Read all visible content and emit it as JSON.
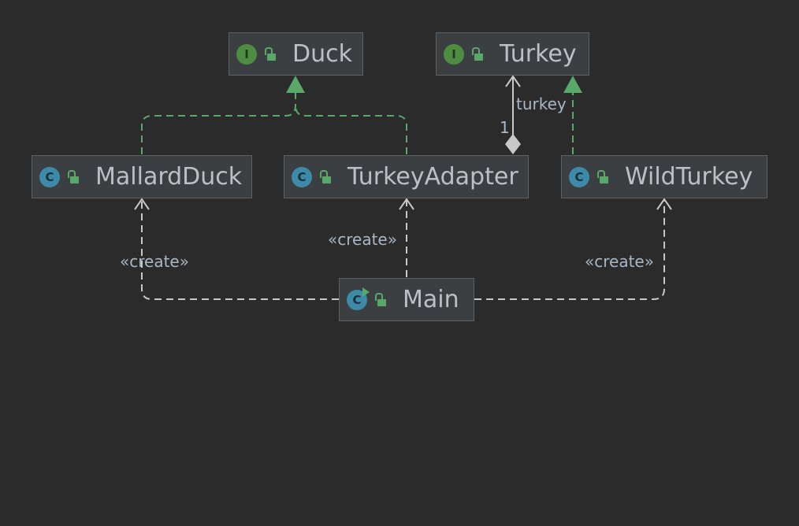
{
  "diagram": {
    "nodes": {
      "duck": {
        "label": "Duck",
        "kind": "interface",
        "kind_letter": "I"
      },
      "turkey": {
        "label": "Turkey",
        "kind": "interface",
        "kind_letter": "I"
      },
      "mallard_duck": {
        "label": "MallardDuck",
        "kind": "class",
        "kind_letter": "C"
      },
      "turkey_adapter": {
        "label": "TurkeyAdapter",
        "kind": "class",
        "kind_letter": "C"
      },
      "wild_turkey": {
        "label": "WildTurkey",
        "kind": "class",
        "kind_letter": "C"
      },
      "main": {
        "label": "Main",
        "kind": "class",
        "kind_letter": "C"
      }
    },
    "edges": [
      {
        "from": "MallardDuck",
        "to": "Duck",
        "type": "realization"
      },
      {
        "from": "TurkeyAdapter",
        "to": "Duck",
        "type": "realization"
      },
      {
        "from": "WildTurkey",
        "to": "Turkey",
        "type": "realization"
      },
      {
        "from": "TurkeyAdapter",
        "to": "Turkey",
        "type": "composition",
        "role": "turkey",
        "multiplicity": "1"
      },
      {
        "from": "Main",
        "to": "MallardDuck",
        "type": "dependency",
        "stereotype": "«create»"
      },
      {
        "from": "Main",
        "to": "TurkeyAdapter",
        "type": "dependency",
        "stereotype": "«create»"
      },
      {
        "from": "Main",
        "to": "WildTurkey",
        "type": "dependency",
        "stereotype": "«create»"
      }
    ],
    "edge_labels": {
      "turkey_role": "turkey",
      "turkey_multiplicity": "1",
      "create_mallard": "«create»",
      "create_adapter": "«create»",
      "create_wild": "«create»"
    },
    "colors": {
      "background": "#2b2b2b",
      "node_fill": "#3c3f41",
      "node_border": "#5e6164",
      "realization_line": "#59a869",
      "dependency_line": "#c8c8c8",
      "interface_icon": "#4d8c41",
      "class_icon": "#3d8aa6",
      "lock_icon": "#59a869",
      "text": "#bbc0c5"
    },
    "icons": {
      "interface": "interface-icon",
      "class": "class-icon",
      "main_class": "runnable-class-icon",
      "visibility": "public-lock-icon"
    }
  }
}
